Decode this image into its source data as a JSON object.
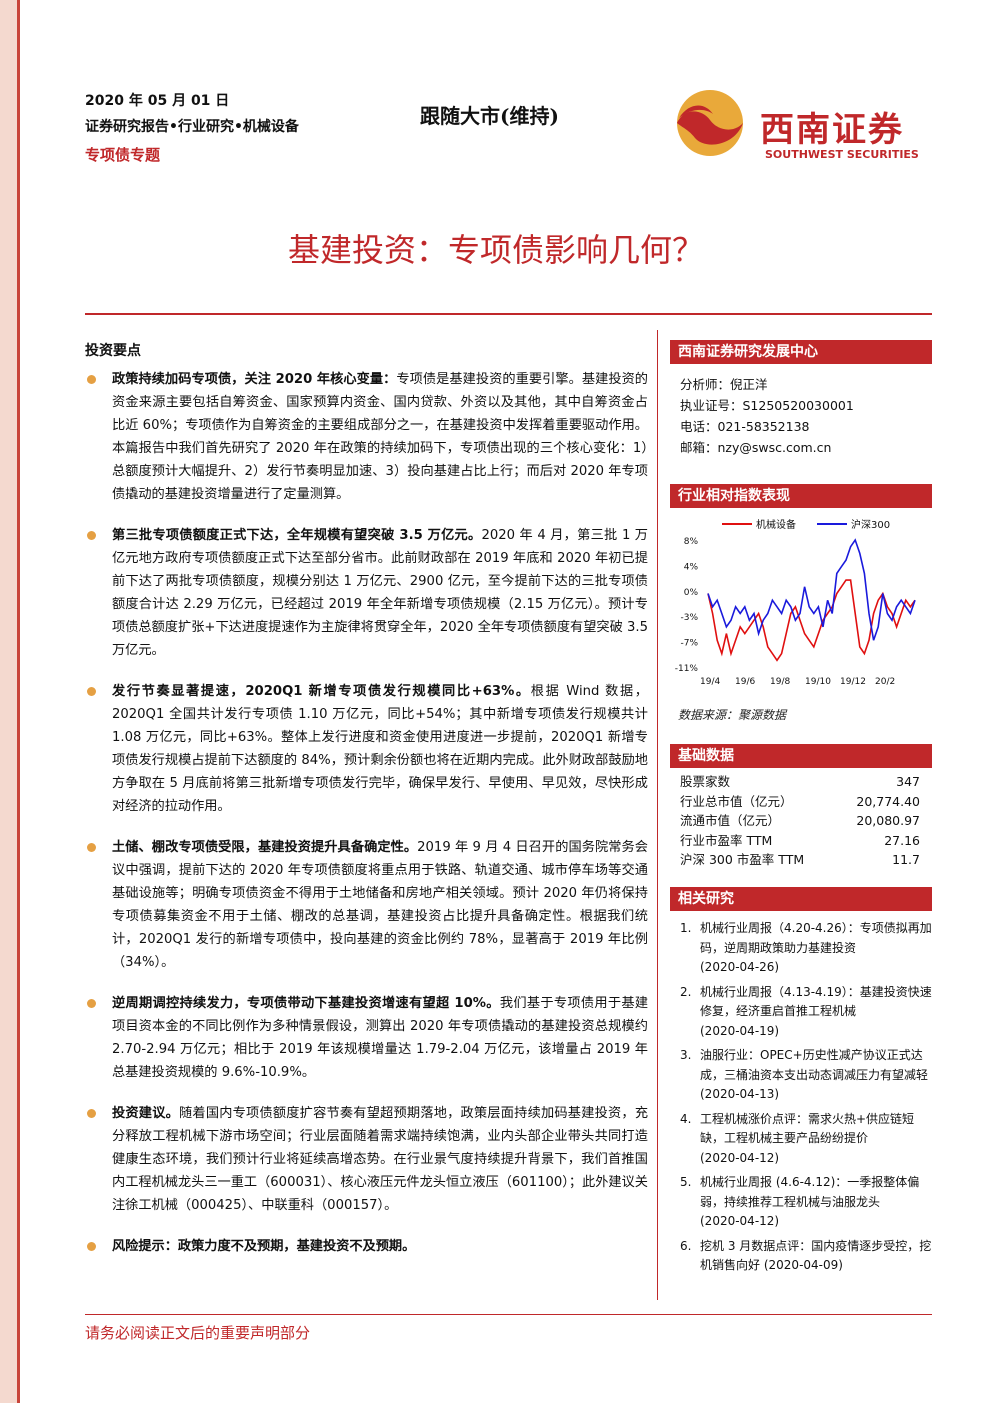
{
  "header": {
    "date": "2020 年 05 月 01 日",
    "series": "证券研究报告•行业研究•机械设备",
    "tag": "专项债专题",
    "rating": "跟随大市(维持)",
    "logo_cn": "西南证券",
    "logo_en": "SOUTHWEST SECURITIES",
    "accent": "#c0282a"
  },
  "title": "基建投资：专项债影响几何？",
  "section_heading": "投资要点",
  "points": [
    {
      "lead": "政策持续加码专项债，关注 2020 年核心变量：",
      "body": "专项债是基建投资的重要引擎。基建投资的资金来源主要包括自筹资金、国家预算内资金、国内贷款、外资以及其他，其中自筹资金占比近 60%；专项债作为自筹资金的主要组成部分之一，在基建投资中发挥着重要驱动作用。本篇报告中我们首先研究了 2020 年在政策的持续加码下，专项债出现的三个核心变化：1）总额度预计大幅提升、2）发行节奏明显加速、3）投向基建占比上行；而后对 2020 年专项债撬动的基建投资增量进行了定量测算。"
    },
    {
      "lead": "第三批专项债额度正式下达，全年规模有望突破 3.5 万亿元。",
      "body": "2020 年 4 月，第三批 1 万亿元地方政府专项债额度正式下达至部分省市。此前财政部在 2019 年底和 2020 年初已提前下达了两批专项债额度，规模分别达 1 万亿元、2900 亿元，至今提前下达的三批专项债额度合计达 2.29 万亿元，已经超过 2019 年全年新增专项债规模（2.15 万亿元）。预计专项债总额度扩张+下达进度提速作为主旋律将贯穿全年，2020 全年专项债额度有望突破 3.5 万亿元。"
    },
    {
      "lead": "发行节奏显著提速，2020Q1 新增专项债发行规模同比+63%。",
      "body": "根据 Wind 数据，2020Q1 全国共计发行专项债 1.10 万亿元，同比+54%；其中新增专项债发行规模共计 1.08 万亿元，同比+63%。整体上发行进度和资金使用进度进一步提前，2020Q1 新增专项债发行规模占提前下达额度的 84%，预计剩余份额也将在近期内完成。此外财政部鼓励地方争取在 5 月底前将第三批新增专项债发行完毕，确保早发行、早使用、早见效，尽快形成对经济的拉动作用。"
    },
    {
      "lead": "土储、棚改专项债受限，基建投资提升具备确定性。",
      "body": "2019 年 9 月 4 日召开的国务院常务会议中强调，提前下达的 2020 年专项债额度将重点用于铁路、轨道交通、城市停车场等交通基础设施等；明确专项债资金不得用于土地储备和房地产相关领域。预计 2020 年仍将保持专项债募集资金不用于土储、棚改的总基调，基建投资占比提升具备确定性。根据我们统计，2020Q1 发行的新增专项债中，投向基建的资金比例约 78%，显著高于 2019 年比例（34%）。"
    },
    {
      "lead": "逆周期调控持续发力，专项债带动下基建投资增速有望超 10%。",
      "body": "我们基于专项债用于基建项目资本金的不同比例作为多种情景假设，测算出 2020 年专项债撬动的基建投资总规模约 2.70-2.94 万亿元；相比于 2019 年该规模增量达 1.79-2.04 万亿元，该增量占 2019 年总基建投资规模的 9.6%-10.9%。"
    },
    {
      "lead": "投资建议。",
      "body": "随着国内专项债额度扩容节奏有望超预期落地，政策层面持续加码基建投资，充分释放工程机械下游市场空间；行业层面随着需求端持续饱满，业内头部企业带头共同打造健康生态环境，我们预计行业将延续高增态势。在行业景气度持续提升背景下，我们首推国内工程机械龙头三一重工（600031）、核心液压元件龙头恒立液压（601100）；此外建议关注徐工机械（000425）、中联重科（000157）。"
    },
    {
      "lead": "风险提示：政策力度不及预期，基建投资不及预期。",
      "body": ""
    }
  ],
  "sidebar": {
    "center_title": "西南证券研究发展中心",
    "analyst": [
      "分析师：倪正洋",
      "执业证号：S1250520030001",
      "电话：021-58352138",
      "邮箱：nzy@swsc.com.cn"
    ],
    "index_title": "行业相对指数表现",
    "source": "数据来源：聚源数据",
    "basic_title": "基础数据",
    "basic": [
      {
        "k": "股票家数",
        "v": "347"
      },
      {
        "k": "行业总市值（亿元）",
        "v": "20,774.40"
      },
      {
        "k": "流通市值（亿元）",
        "v": "20,080.97"
      },
      {
        "k": "行业市盈率 TTM",
        "v": "27.16"
      },
      {
        "k": "沪深 300 市盈率 TTM",
        "v": "11.7"
      }
    ],
    "related_title": "相关研究",
    "related": [
      {
        "n": "1.",
        "t": "机械行业周报（4.20-4.26）：专项债拟再加码，逆周期政策助力基建投资",
        "d": "(2020-04-26)"
      },
      {
        "n": "2.",
        "t": "机械行业周报（4.13-4.19）：基建投资快速修复，经济重启首推工程机械",
        "d": "(2020-04-19)"
      },
      {
        "n": "3.",
        "t": "油服行业：OPEC+历史性减产协议正式达成，三桶油资本支出动态调减压力有望减轻",
        "d": "(2020-04-13)"
      },
      {
        "n": "4.",
        "t": "工程机械涨价点评：需求火热+供应链短缺，工程机械主要产品纷纷提价",
        "d": "(2020-04-12)"
      },
      {
        "n": "5.",
        "t": "机械行业周报 (4.6-4.12)：一季报整体偏弱，持续推荐工程机械与油服龙头",
        "d": "(2020-04-12)"
      },
      {
        "n": "6.",
        "t": "挖机 3 月数据点评：国内疫情逐步受控，挖机销售向好",
        "d": "(2020-04-09)"
      }
    ]
  },
  "chart_data": {
    "type": "line",
    "x_ticks": [
      "19/4",
      "19/6",
      "19/8",
      "19/10",
      "19/12",
      "20/2"
    ],
    "y_ticks": [
      "8%",
      "4%",
      "0%",
      "-3%",
      "-7%",
      "-11%"
    ],
    "ylim": [
      -11,
      8
    ],
    "series": [
      {
        "name": "机械设备",
        "color": "#e01010",
        "values": [
          0,
          -3,
          -7,
          -9,
          -6,
          -9,
          -7,
          -5,
          -6,
          -5,
          -4,
          -3,
          -5,
          -8,
          -9,
          -10,
          -9,
          -6,
          -3,
          -2,
          -4,
          -6,
          -7,
          -8,
          -6,
          -4,
          -3,
          -2,
          0,
          1,
          2,
          2,
          -3,
          -8,
          -9,
          -7,
          -3,
          -1,
          0,
          -2,
          -3,
          -5,
          -3,
          -1,
          -2,
          -1
        ]
      },
      {
        "name": "沪深300",
        "color": "#1a1adc",
        "values": [
          0,
          -2,
          -1,
          -3,
          -5,
          -4,
          -2,
          -3,
          -2,
          -4,
          -3,
          -6,
          -4,
          -3,
          -1,
          -2,
          -3,
          -1,
          -2,
          -4,
          -3,
          1,
          -2,
          -3,
          -2,
          -5,
          -1,
          -3,
          3,
          4,
          5,
          7,
          8,
          6,
          3,
          -3,
          -7,
          -5,
          0,
          -3,
          -4,
          -2,
          -1,
          -2,
          -3,
          -1
        ]
      }
    ]
  }
}
